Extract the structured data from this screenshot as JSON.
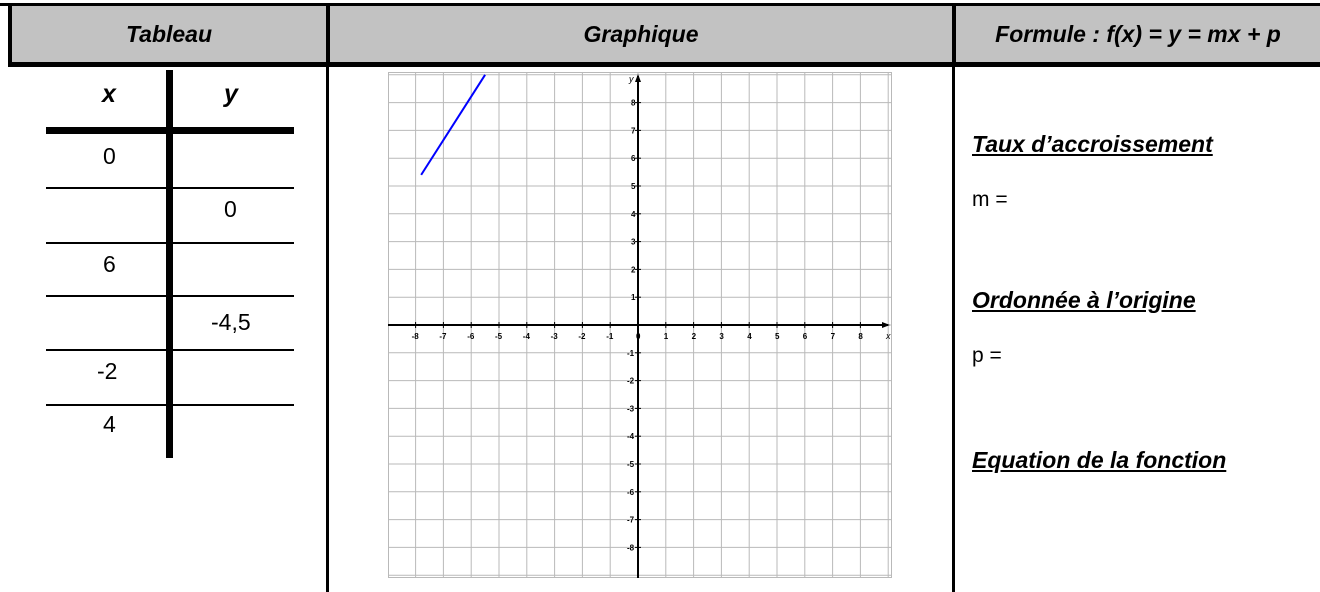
{
  "header": {
    "tableau": "Tableau",
    "graphique": "Graphique",
    "formule": "Formule : f(x) = y = mx + p"
  },
  "table": {
    "col_x": "x",
    "col_y": "y",
    "rows": [
      {
        "x": "0",
        "y": ""
      },
      {
        "x": "",
        "y": "0"
      },
      {
        "x": "6",
        "y": ""
      },
      {
        "x": "",
        "y": "-4,5"
      },
      {
        "x": "-2",
        "y": ""
      },
      {
        "x": "4",
        "y": ""
      }
    ]
  },
  "formula": {
    "rate_title": "Taux d’accroissement",
    "m_label": "m =",
    "intercept_title": "Ordonnée à l’origine",
    "p_label": "p =",
    "equation_title": "Equation de la fonction"
  },
  "chart_data": {
    "type": "line",
    "xlabel": "x",
    "ylabel": "y",
    "xlim": [
      -8.5,
      8.5
    ],
    "ylim": [
      -8.9,
      8.9
    ],
    "grid": true,
    "x_ticks": [
      "-8",
      "-7",
      "-6",
      "-5",
      "-4",
      "-3",
      "-2",
      "-1",
      "0",
      "1",
      "2",
      "3",
      "4",
      "5",
      "6",
      "7",
      "8"
    ],
    "y_ticks": [
      "8",
      "7",
      "6",
      "5",
      "4",
      "3",
      "2",
      "1",
      "-1",
      "-2",
      "-3",
      "-4",
      "-5",
      "-6",
      "-7",
      "-8"
    ],
    "series": [
      {
        "x": [
          -7.8,
          -5.5
        ],
        "y": [
          5.4,
          9.0
        ],
        "color": "#0000ff"
      }
    ]
  }
}
